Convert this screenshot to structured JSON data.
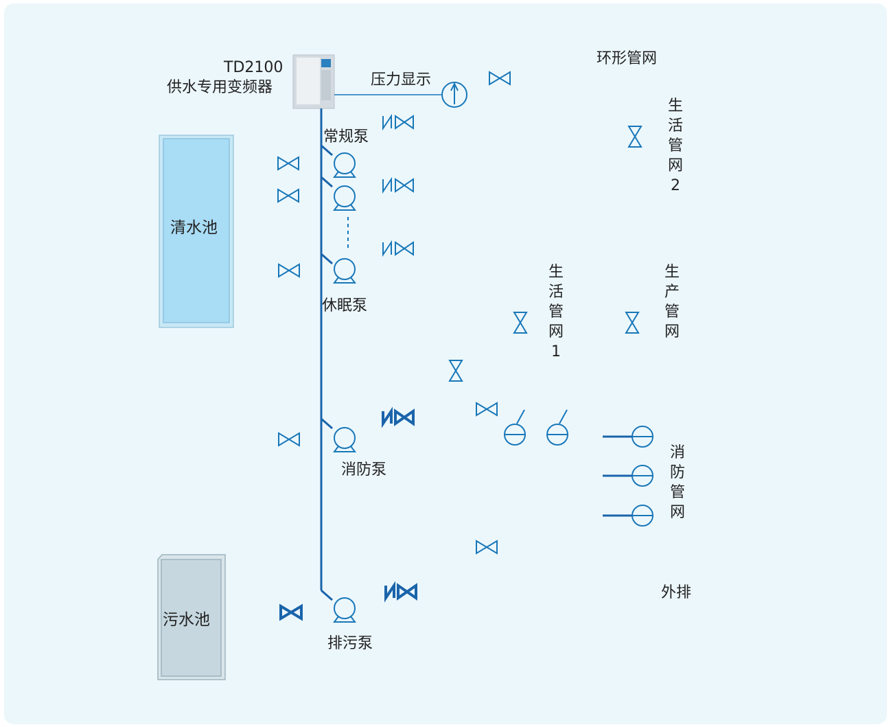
{
  "inverter": {
    "model": "TD2100",
    "name": "供水专用变频器"
  },
  "pressure_display": "压力显示",
  "pumps": {
    "regular": "常规泵",
    "sleep": "休眠泵",
    "fire": "消防泵",
    "sewage": "排污泵"
  },
  "tanks": {
    "clean": "清水池",
    "sewage": "污水池"
  },
  "networks": {
    "ring": "环形管网",
    "domestic2": "生活管网2",
    "domestic1": "生活管网1",
    "production": "生产管网",
    "fire": "消防管网",
    "discharge": "外排"
  },
  "colors": {
    "pipe": "#1a64aa",
    "symbol": "#1877b8",
    "clean_tank": "#a9dcf5",
    "sewage_tank": "#c6d7df",
    "background": "#ecf7fc"
  }
}
